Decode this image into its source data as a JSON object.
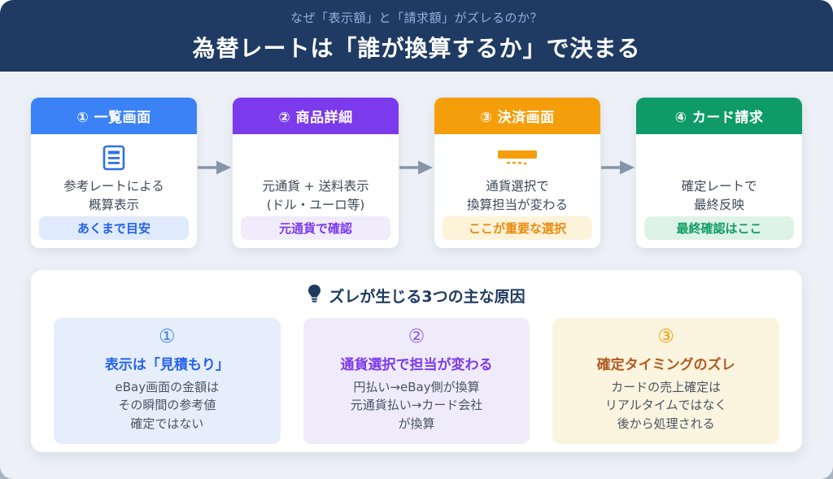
{
  "header": {
    "subtitle": "なぜ「表示額」と「請求額」がズレるのか？",
    "title": "為替レートは「誰が換算するか」で決まる"
  },
  "steps": [
    {
      "head": "① 一覧画面",
      "icon": "document-lines-icon",
      "desc1": "参考レートによる",
      "desc2": "概算表示",
      "badge": "あくまで目安",
      "accent": "#3b82f6"
    },
    {
      "head": "② 商品詳細",
      "icon": "",
      "desc1": "元通貨 + 送料表示",
      "desc2": "(ドル・ユーロ等)",
      "badge": "元通貨で確認",
      "accent": "#7c3aed"
    },
    {
      "head": "③ 決済画面",
      "icon": "currency-select-icon",
      "desc1": "通貨選択で",
      "desc2": "換算担当が変わる",
      "badge": "ここが重要な選択",
      "accent": "#f59e0b"
    },
    {
      "head": "④ カード請求",
      "icon": "",
      "desc1": "確定レートで",
      "desc2": "最終反映",
      "badge": "最終確認はここ",
      "accent": "#0f9b68"
    }
  ],
  "causes": {
    "title": "ズレが生じる3つの主な原因",
    "title_icon": "lightbulb-icon",
    "items": [
      {
        "num": "①",
        "heading": "表示は「見積もり」",
        "line1": "eBay画面の金額は",
        "line2": "その瞬間の参考値",
        "line3": "確定ではない"
      },
      {
        "num": "②",
        "heading": "通貨選択で担当が変わる",
        "line1": "円払い→eBay側が換算",
        "line2": "元通貨払い→カード会社",
        "line3": "が換算"
      },
      {
        "num": "③",
        "heading": "確定タイミングのズレ",
        "line1": "カードの売上確定は",
        "line2": "リアルタイムではなく",
        "line3": "後から処理される"
      }
    ]
  },
  "colors": {
    "navy": "#1f3b63",
    "arrow": "#8795ab",
    "page_bg": "#edf0f6"
  }
}
